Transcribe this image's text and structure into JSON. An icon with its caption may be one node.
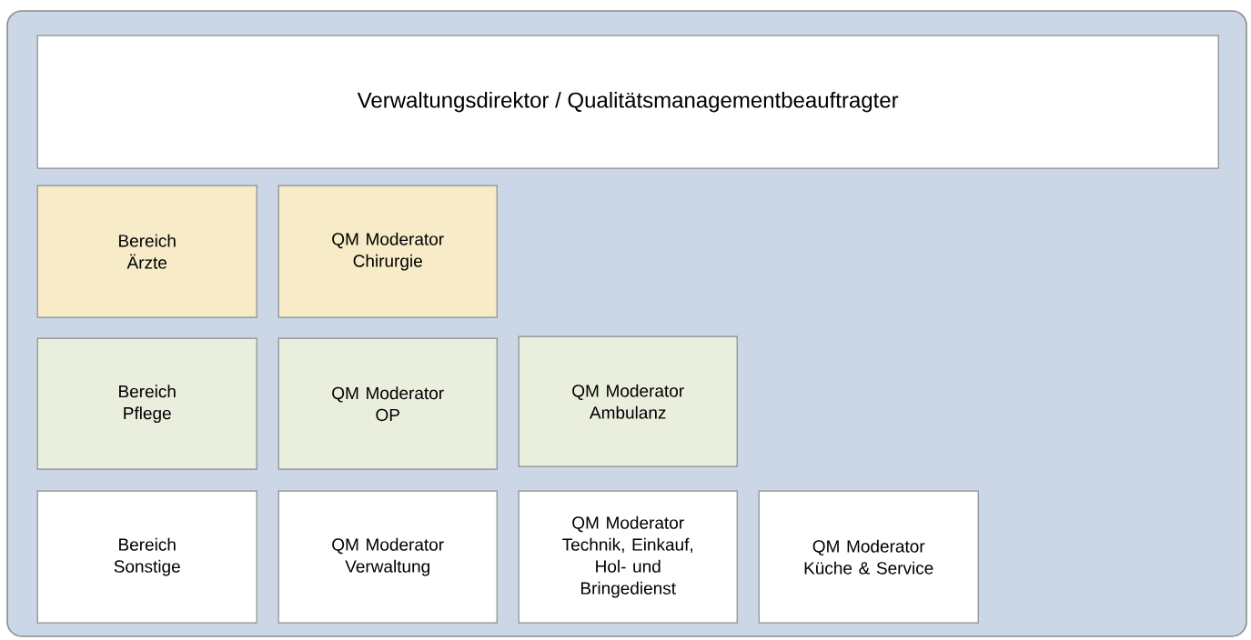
{
  "diagram": {
    "nodes": [
      {
        "text": [],
        "shape": "box"
      },
      {
        "text": [
          "Verwaltungsdirektor / Qualitätsmanagementbeauftragter"
        ],
        "in": 0
      },
      {
        "text": [
          "Bereich Ärzte"
        ],
        "in": 0
      },
      {
        "text": [
          "QM Moderator Chirurgie"
        ],
        "in": 0
      },
      {
        "text": [
          "Bereich Pflege"
        ],
        "in": 0
      },
      {
        "text": [
          "QM Moderator OP"
        ],
        "in": 0
      },
      {
        "text": [
          "QM Moderator Ambulanz"
        ],
        "in": 0
      },
      {
        "text": [
          "Bereich Sonstige"
        ],
        "in": 0
      },
      {
        "text": [
          "QM Moderator Verwaltung"
        ],
        "in": 0
      },
      {
        "text": [
          "QM Moderator Technik, Einkauf, Hol- und Bringedienst"
        ],
        "in": 0
      },
      {
        "text": [
          "QM Moderator Küche & Service"
        ],
        "in": 0
      }
    ]
  }
}
